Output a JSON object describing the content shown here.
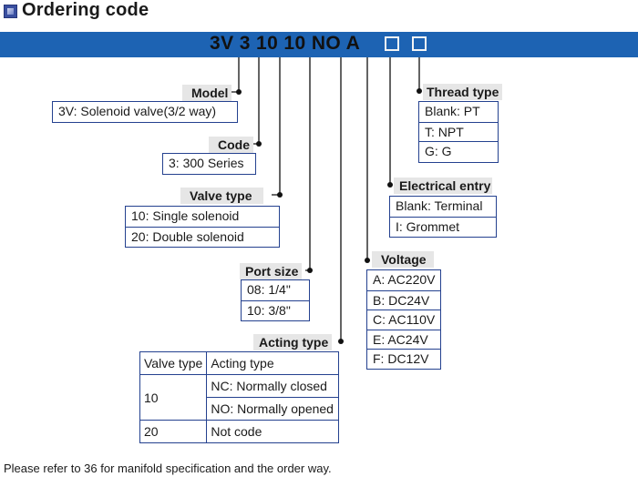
{
  "header": {
    "title": "Ordering code"
  },
  "code": {
    "text": "3V 3 10 10 NO A"
  },
  "model": {
    "label": "Model",
    "options": [
      "3V: Solenoid valve(3/2 way)"
    ]
  },
  "code_group": {
    "label": "Code",
    "options": [
      "3: 300 Series"
    ]
  },
  "valve_type": {
    "label": "Valve type",
    "options": [
      "10: Single solenoid",
      "20: Double solenoid"
    ]
  },
  "port_size": {
    "label": "Port size",
    "options": [
      "08: 1/4\"",
      "10: 3/8\""
    ]
  },
  "acting_type": {
    "label": "Acting type",
    "col1": "Valve type",
    "col2": "Acting type",
    "r1_valve": "10",
    "r1a": "NC: Normally closed",
    "r1b": "NO: Normally opened",
    "r2_valve": "20",
    "r2": "Not  code"
  },
  "voltage": {
    "label": "Voltage",
    "options": [
      "A: AC220V",
      "B: DC24V",
      "C: AC110V",
      "E: AC24V",
      "F: DC12V"
    ]
  },
  "electrical_entry": {
    "label": "Electrical entry",
    "options": [
      "Blank: Terminal",
      "I: Grommet"
    ]
  },
  "thread_type": {
    "label": "Thread type",
    "options": [
      "Blank: PT",
      "T: NPT",
      "G: G"
    ]
  },
  "footer": {
    "note": "Please refer to 36 for manifold specification and the order way."
  }
}
